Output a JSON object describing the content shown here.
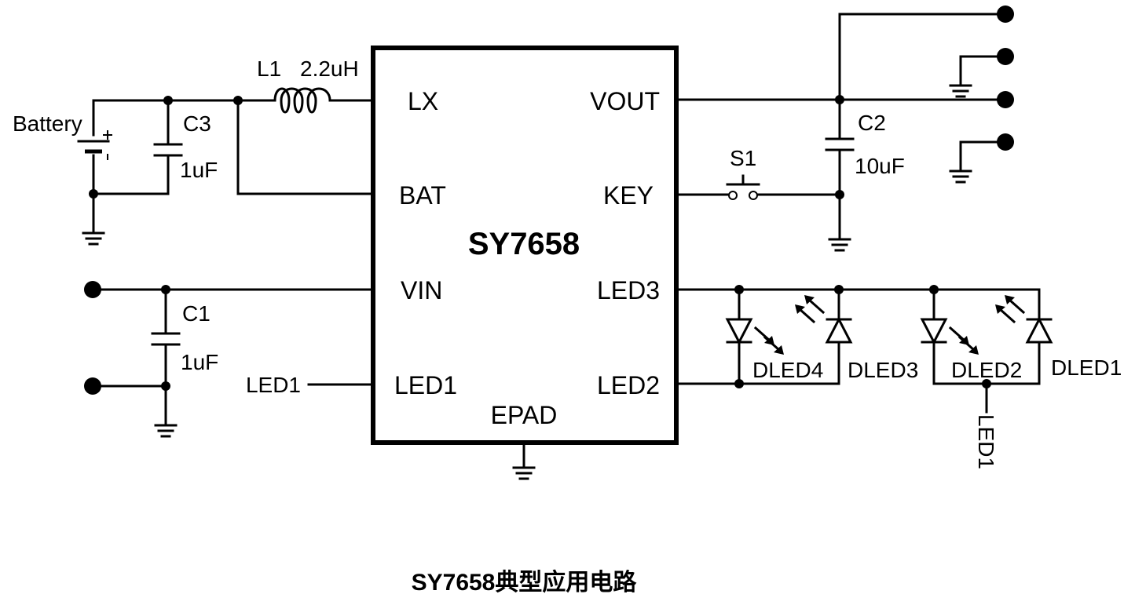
{
  "chip": {
    "name": "SY7658",
    "pins": {
      "lx": "LX",
      "bat": "BAT",
      "vin": "VIN",
      "led1": "LED1",
      "vout": "VOUT",
      "key": "KEY",
      "led3": "LED3",
      "led2": "LED2",
      "epad": "EPAD"
    }
  },
  "components": {
    "battery": "Battery",
    "l1": "L1",
    "l1_value": "2.2uH",
    "c3": "C3",
    "c3_value": "1uF",
    "c1": "C1",
    "c1_value": "1uF",
    "c2": "C2",
    "c2_value": "10uF",
    "s1": "S1",
    "dled1": "DLED1",
    "dled2": "DLED2",
    "dled3": "DLED3",
    "dled4": "DLED4"
  },
  "net_labels": {
    "led1_left": "LED1",
    "led1_bottom": "LED1"
  },
  "caption": "SY7658典型应用电路"
}
